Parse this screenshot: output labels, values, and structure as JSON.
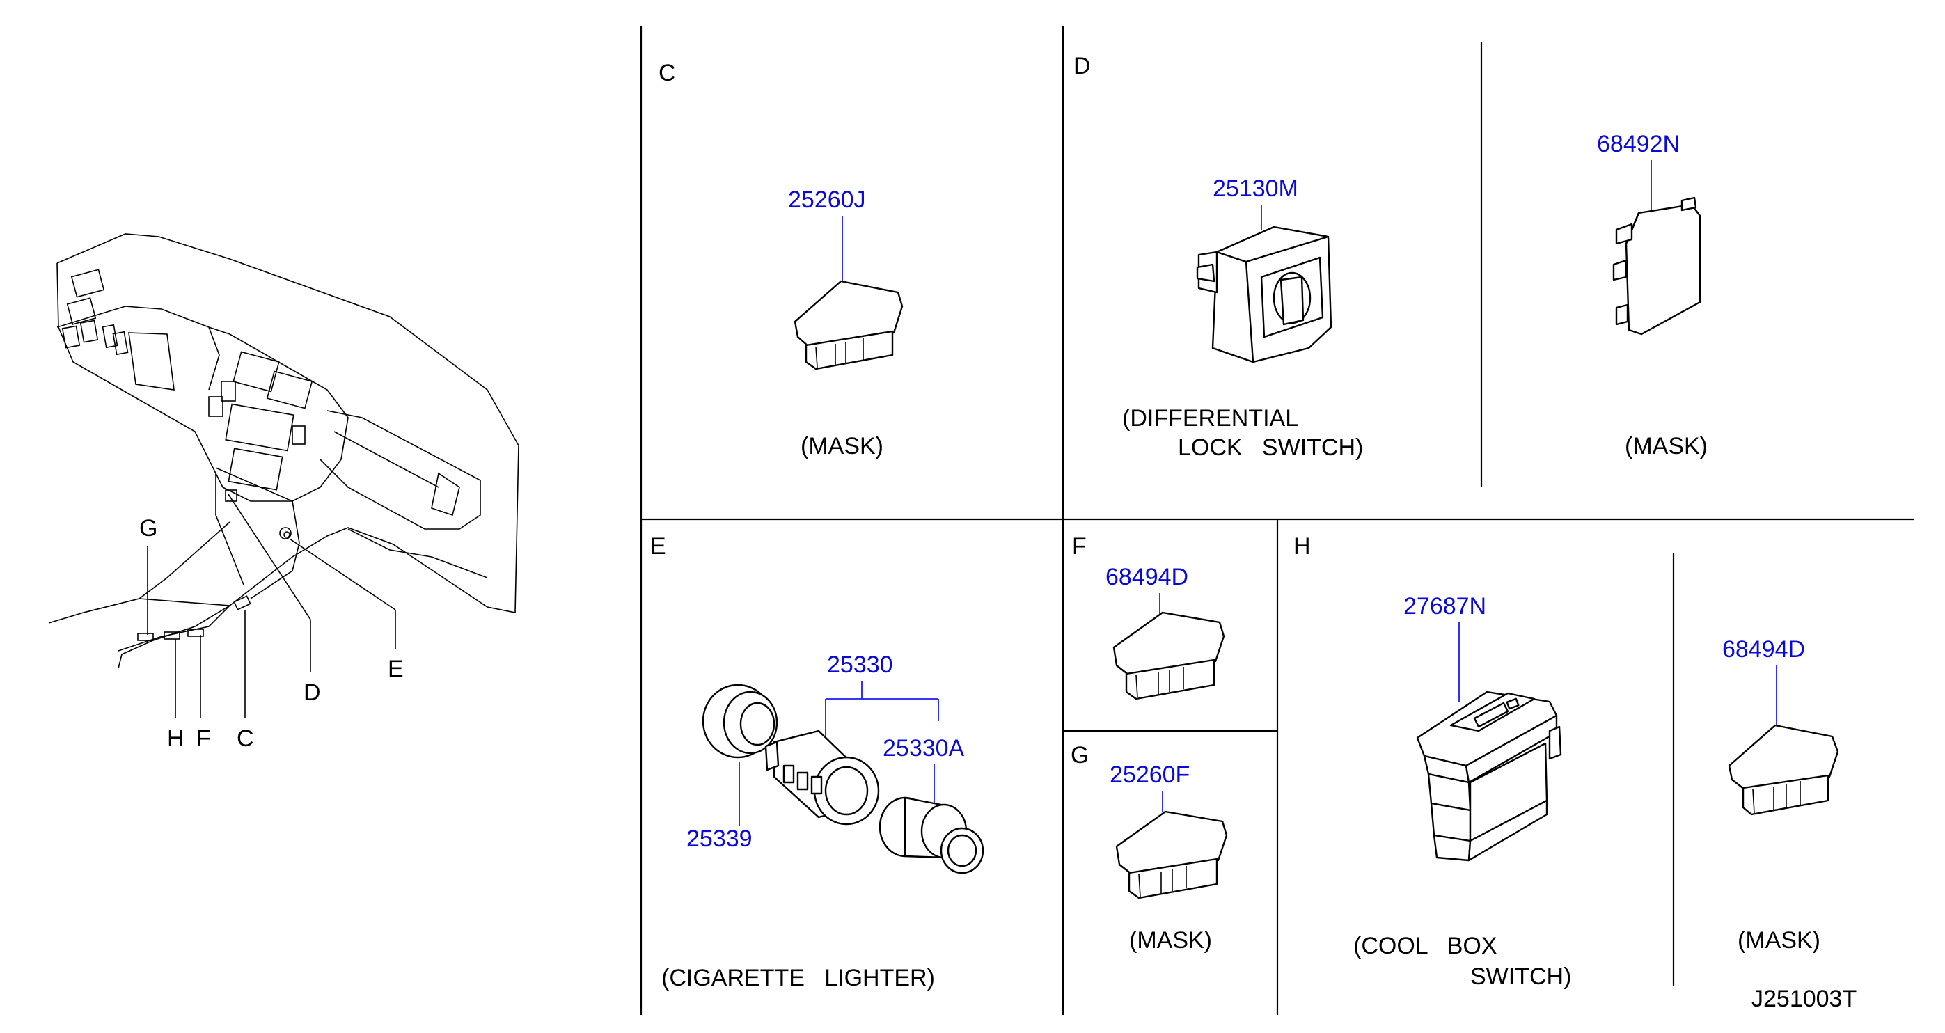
{
  "diagram": {
    "overview_callouts": [
      "G",
      "D",
      "E",
      "H",
      "F",
      "C"
    ],
    "sections": {
      "C": {
        "letter": "C",
        "part": "25260J",
        "caption": "(MASK)"
      },
      "D": {
        "letter": "D",
        "part": "25130M",
        "caption_line1": "(DIFFERENTIAL",
        "caption_line2": "LOCK   SWITCH)"
      },
      "D_mask": {
        "part": "68492N",
        "caption": "(MASK)"
      },
      "E": {
        "letter": "E",
        "parts": [
          "25330",
          "25330A",
          "25339"
        ],
        "caption": "(CIGARETTE   LIGHTER)"
      },
      "F": {
        "letter": "F",
        "part": "68494D"
      },
      "G": {
        "letter": "G",
        "part": "25260F",
        "caption": "(MASK)"
      },
      "H": {
        "letter": "H",
        "part": "27687N",
        "caption_line1": "(COOL   BOX",
        "caption_line2": "SWITCH)"
      },
      "H_mask": {
        "part": "68494D",
        "caption": "(MASK)"
      }
    },
    "diagram_code": "J251003T"
  }
}
